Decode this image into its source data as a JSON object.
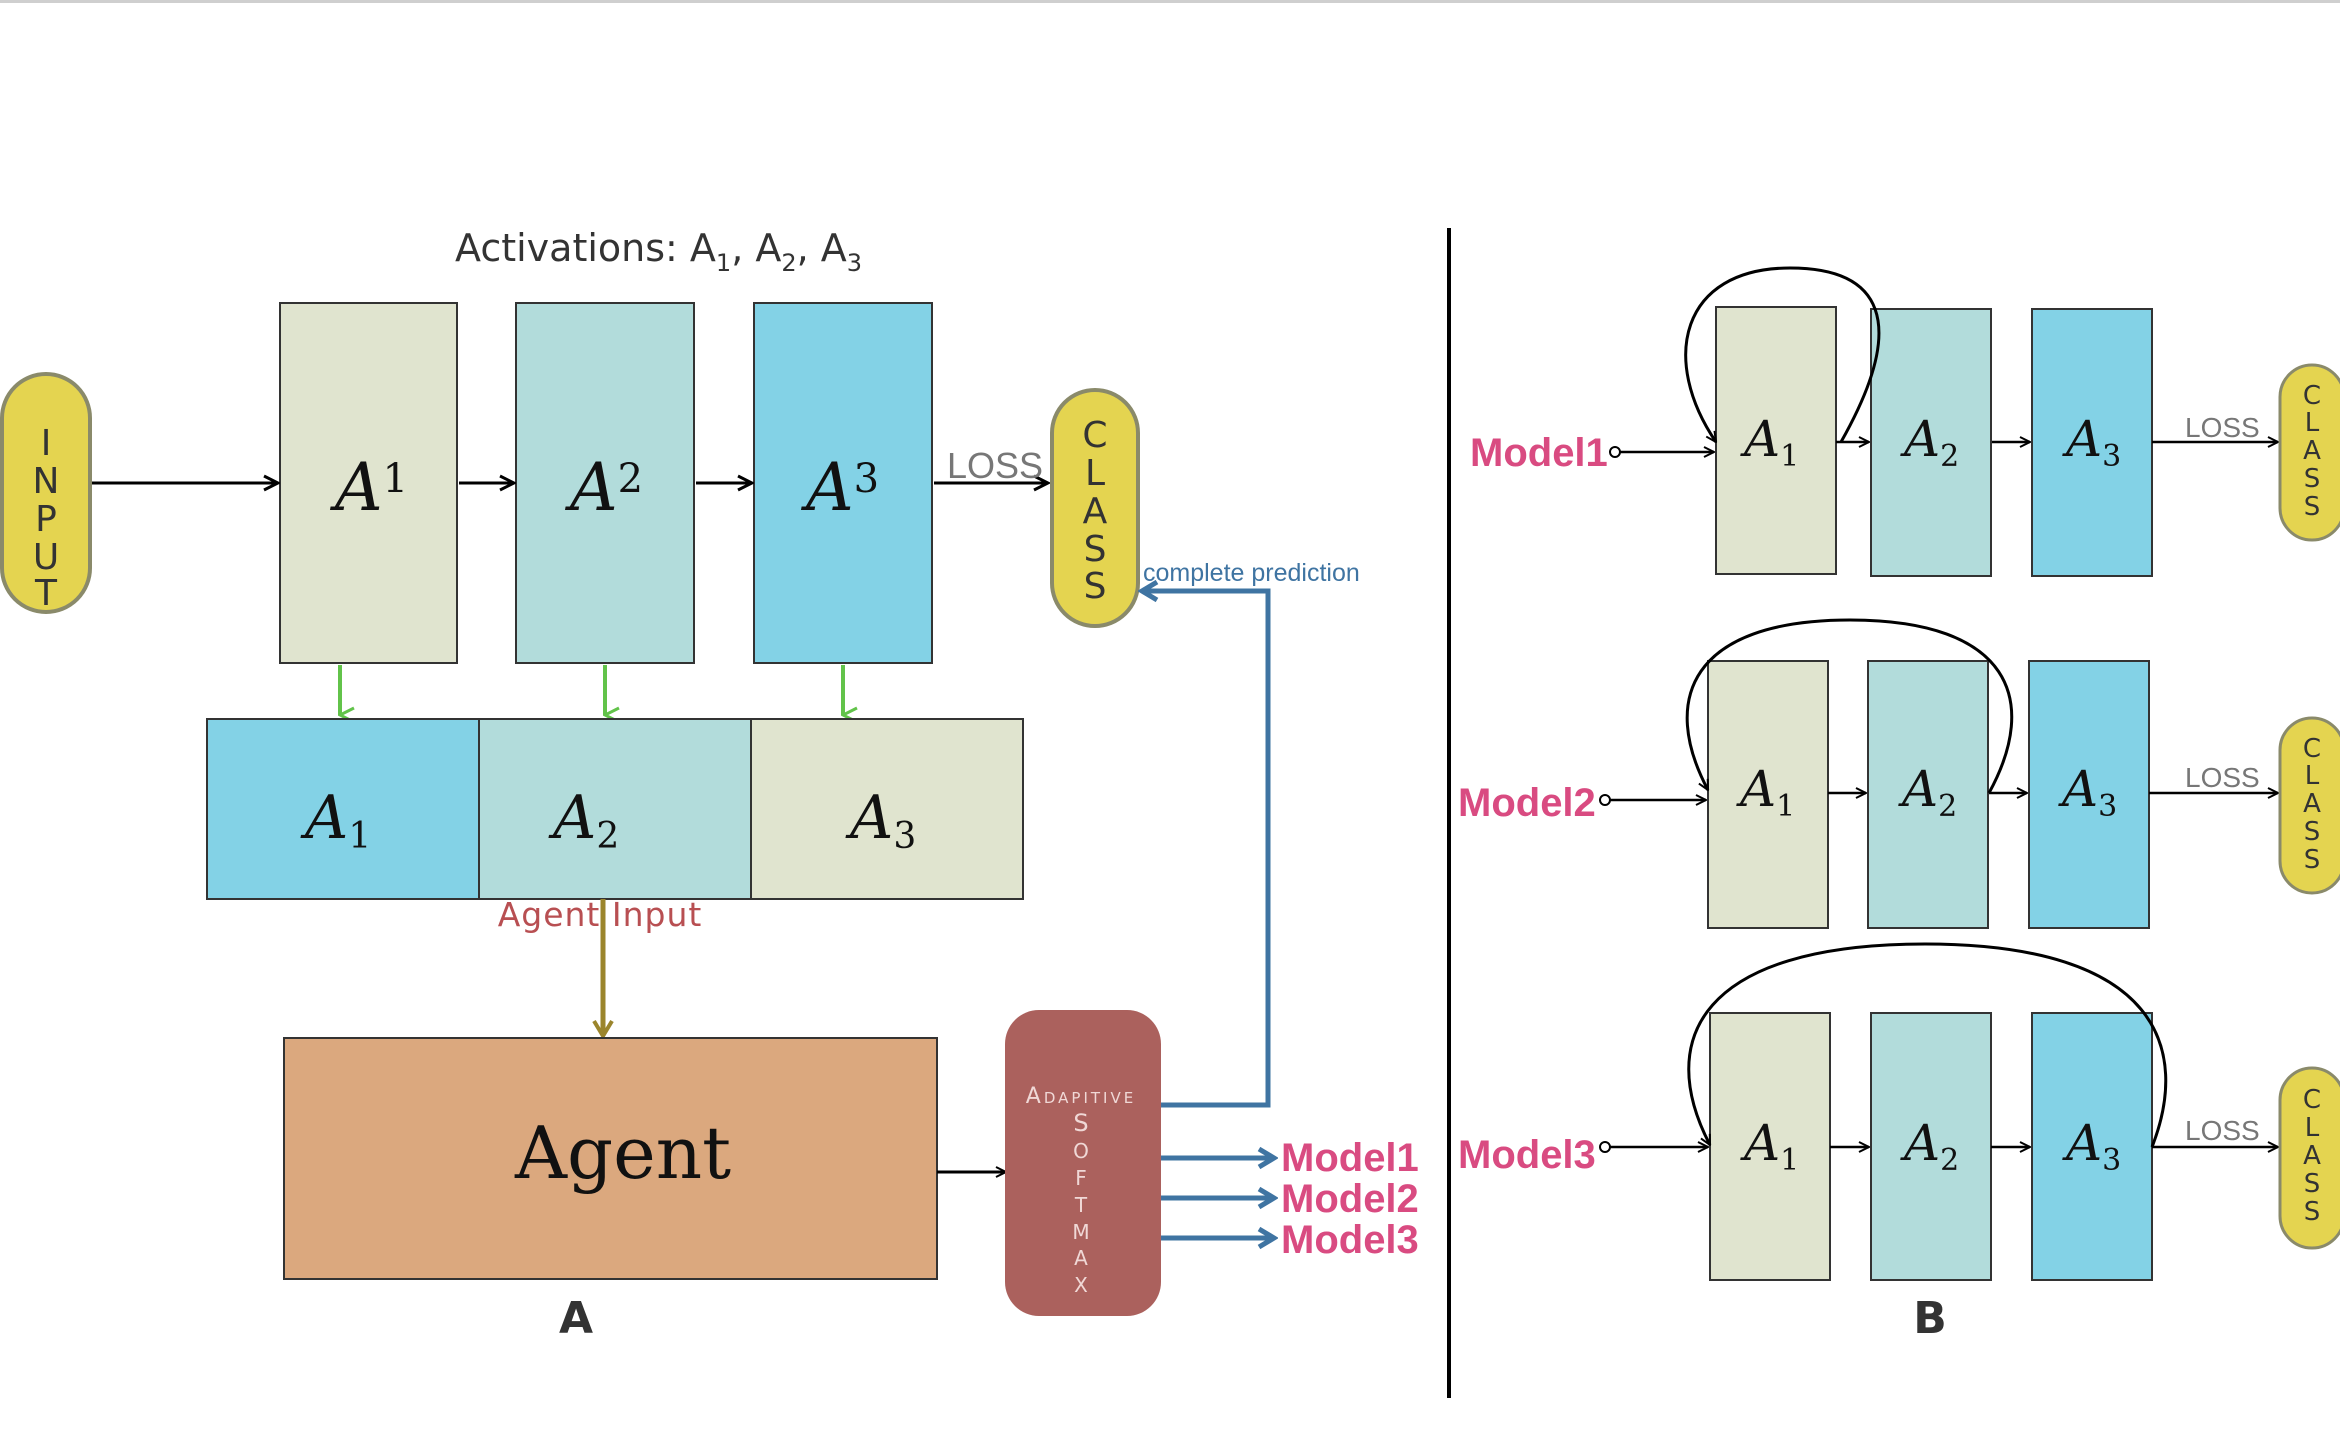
{
  "colors": {
    "beige": "#e0e4cf",
    "teal": "#b2dcdb",
    "blue": "#83d2e6",
    "yellow": "#e4d450",
    "agent": "#dba87e",
    "softmax": "#ab615d",
    "arrow_blue": "#3f74a2",
    "arrow_green": "#62c34a",
    "arrow_olive": "#9b852c",
    "model_pink": "#d94b81",
    "agent_input": "#b84f52"
  },
  "panel_a": {
    "activations_title": "Activations: A",
    "activations_sub": [
      "1",
      "2",
      "3"
    ],
    "input_letters": [
      "I",
      "N",
      "P",
      "U",
      "T"
    ],
    "class_letters": [
      "C",
      "L",
      "A",
      "S",
      "S"
    ],
    "layers": [
      {
        "base": "A",
        "sup": "1"
      },
      {
        "base": "A",
        "sup": "2"
      },
      {
        "base": "A",
        "sup": "3"
      }
    ],
    "loss": "LOSS",
    "complete_prediction": "complete prediction",
    "agent_input_blocks": [
      {
        "base": "A",
        "sub": "1"
      },
      {
        "base": "A",
        "sub": "2"
      },
      {
        "base": "A",
        "sub": "3"
      }
    ],
    "agent_input_label": "Agent Input",
    "agent": "Agent",
    "softmax_first": "Adapitive",
    "softmax_letters": [
      "S",
      "O",
      "F",
      "T",
      "M",
      "A",
      "X"
    ],
    "outputs": [
      "Model1",
      "Model2",
      "Model3"
    ],
    "panel_label": "A"
  },
  "panel_b": {
    "rows": [
      {
        "model": "Model1",
        "loss": "LOSS",
        "skip": "A1 -> A1"
      },
      {
        "model": "Model2",
        "loss": "LOSS",
        "skip": "A1 -> A2"
      },
      {
        "model": "Model3",
        "loss": "LOSS",
        "skip": "A1 -> A3"
      }
    ],
    "layer_base": "A",
    "layer_subs": [
      "1",
      "2",
      "3"
    ],
    "class_letters": [
      "C",
      "L",
      "A",
      "S",
      "S"
    ],
    "panel_label": "B"
  }
}
